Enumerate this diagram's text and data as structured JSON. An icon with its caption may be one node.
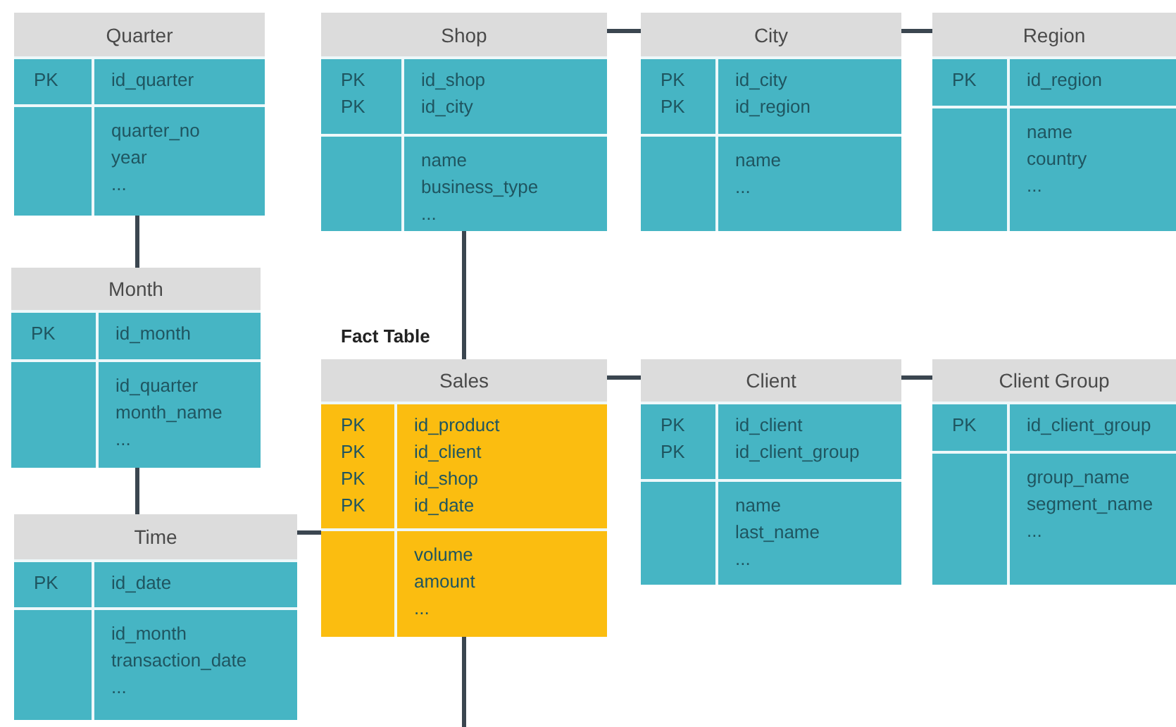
{
  "diagram": {
    "nodes": [
      {
        "text": [
          "Quarter"
        ]
      },
      {
        "text": [
          "PK",
          "id_quarter"
        ],
        "in": 0
      },
      {
        "text": [
          "quarter_no",
          "year",
          "..."
        ],
        "in": 0
      },
      {
        "text": [
          "Shop"
        ]
      },
      {
        "text": [
          "PK",
          "id_shop",
          "PK",
          "id_city"
        ],
        "in": 3
      },
      {
        "text": [
          "name",
          "business_type",
          "..."
        ],
        "in": 3
      },
      {
        "text": [
          "City"
        ]
      },
      {
        "text": [
          "PK",
          "id_city",
          "PK",
          "id_region"
        ],
        "in": 6
      },
      {
        "text": [
          "name",
          "..."
        ],
        "in": 6
      },
      {
        "text": [
          "Region"
        ]
      },
      {
        "text": [
          "PK",
          "id_region"
        ],
        "in": 9
      },
      {
        "text": [
          "name",
          "country",
          "..."
        ],
        "in": 9
      },
      {
        "text": [
          "Month"
        ]
      },
      {
        "text": [
          "PK",
          "id_month"
        ],
        "in": 12
      },
      {
        "text": [
          "id_quarter",
          "month_name",
          "..."
        ],
        "in": 12
      },
      {
        "text": [
          "Sales"
        ],
        "beside": [
          "Fact Table"
        ]
      },
      {
        "text": [
          "PK",
          "id_product",
          "PK",
          "id_client",
          "PK",
          "id_shop",
          "PK",
          "id_date"
        ],
        "in": 15
      },
      {
        "text": [
          "volume",
          "amount",
          "..."
        ],
        "in": 15
      },
      {
        "text": [
          "Client"
        ]
      },
      {
        "text": [
          "PK",
          "id_client",
          "PK",
          "id_client_group"
        ],
        "in": 18
      },
      {
        "text": [
          "name",
          "last_name",
          "..."
        ],
        "in": 18
      },
      {
        "text": [
          "Client Group"
        ]
      },
      {
        "text": [
          "PK",
          "id_client_group"
        ],
        "in": 21
      },
      {
        "text": [
          "group_name",
          "segment_name",
          "..."
        ],
        "in": 21
      },
      {
        "text": [
          "Time"
        ]
      },
      {
        "text": [
          "PK",
          "id_date"
        ],
        "in": 24
      },
      {
        "text": [
          "id_month",
          "transaction_date",
          "..."
        ],
        "in": 24
      }
    ],
    "edges": [
      {
        "from": 3,
        "to": 6,
        "arrow": "none"
      },
      {
        "from": 6,
        "to": 9,
        "arrow": "none"
      },
      {
        "from": 0,
        "to": 12,
        "arrow": "none"
      },
      {
        "from": 3,
        "to": 15,
        "arrow": "none"
      },
      {
        "from": 15,
        "to": 18,
        "arrow": "none"
      },
      {
        "from": 18,
        "to": 21,
        "arrow": "none"
      },
      {
        "from": 12,
        "to": 24,
        "arrow": "none"
      },
      {
        "from": 24,
        "to": 15,
        "arrow": "none"
      },
      {
        "from": 15,
        "to": null,
        "arrow": "none"
      }
    ]
  }
}
